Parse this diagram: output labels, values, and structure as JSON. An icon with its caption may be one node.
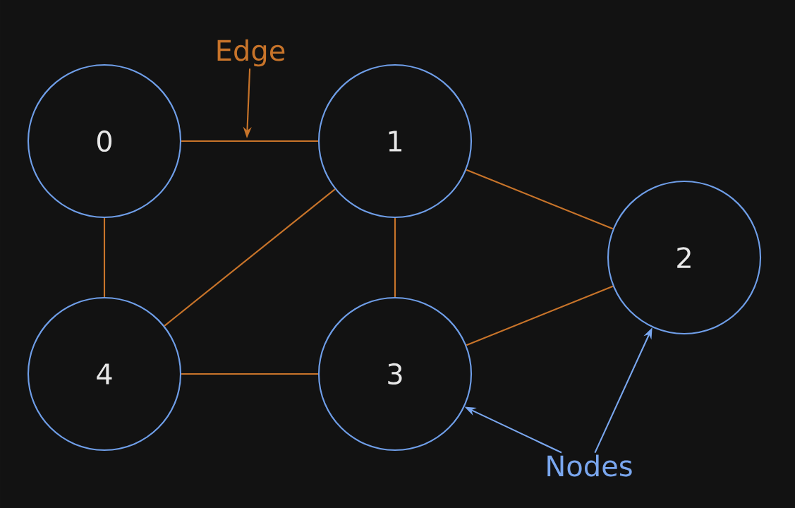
{
  "diagram": {
    "nodes": [
      {
        "text": [
          "0"
        ]
      },
      {
        "text": [
          "1"
        ]
      },
      {
        "text": [
          "2"
        ]
      },
      {
        "text": [
          "3"
        ]
      },
      {
        "text": [
          "4"
        ]
      },
      {
        "text": [
          "Edge"
        ]
      },
      {
        "text": [
          "Nodes"
        ]
      }
    ],
    "edges": [
      {
        "from": 0,
        "to": 1,
        "arrow": "none"
      },
      {
        "from": 1,
        "to": 2,
        "arrow": "none"
      },
      {
        "from": 0,
        "to": 4,
        "arrow": "none"
      },
      {
        "from": 1,
        "to": 4,
        "arrow": "none"
      },
      {
        "from": 1,
        "to": 3,
        "arrow": "none"
      },
      {
        "from": 4,
        "to": 3,
        "arrow": "none"
      },
      {
        "from": 3,
        "to": 2,
        "arrow": "none"
      },
      {
        "from": 5,
        "to": null,
        "arrow": "to"
      },
      {
        "from": 6,
        "to": 3,
        "arrow": "to",
        "color": "#7aa7ef"
      },
      {
        "from": 6,
        "to": 2,
        "arrow": "to",
        "color": "#7aa7ef"
      }
    ]
  }
}
